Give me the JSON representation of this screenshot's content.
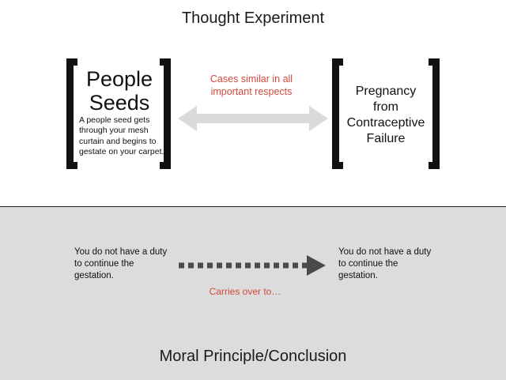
{
  "top_section": {
    "title": "Thought Experiment",
    "left_case": {
      "title": "People Seeds",
      "description": "A people seed gets through your mesh curtain and begins to gestate on your carpet."
    },
    "right_case": {
      "title": "Pregnancy from Contraceptive Failure"
    },
    "similarity_label": "Cases similar in all important respects"
  },
  "bottom_section": {
    "left_text": "You do not have a duty to continue the gestation.",
    "right_text": "You do not have a duty to continue the gestation.",
    "arrow_label": "Carries over to…",
    "title": "Moral Principle/Conclusion"
  },
  "colors": {
    "accent_red": "#d24a3a",
    "bottom_background": "#dcdcdc",
    "arrow_gray": "#dadada",
    "dash_gray": "#4a4a4a"
  }
}
